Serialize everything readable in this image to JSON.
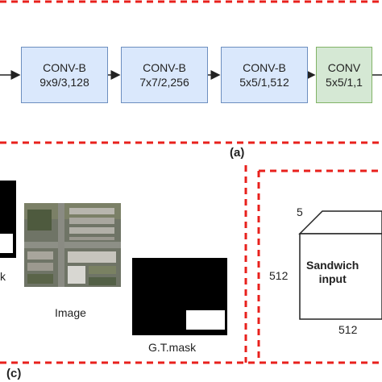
{
  "panel_a": {
    "blocks": [
      {
        "title": "CONV-B",
        "params": "9x9/3,128"
      },
      {
        "title": "CONV-B",
        "params": "7x7/2,256"
      },
      {
        "title": "CONV-B",
        "params": "5x5/1,512"
      },
      {
        "title": "CONV",
        "params": "5x5/1,1"
      }
    ],
    "label": "(a)"
  },
  "panel_c": {
    "label": "(c)",
    "mask_partial": "k",
    "image_label": "Image",
    "gt_mask_label": "G.T.mask"
  },
  "sandwich": {
    "depth": "5",
    "height": "512",
    "width": "512",
    "title_line1": "Sandwich",
    "title_line2": "input"
  },
  "colors": {
    "conv_b_fill": "#dae8fc",
    "conv_b_border": "#6c8ebf",
    "conv_fill": "#d5e8d4",
    "conv_border": "#82b366",
    "dashed_red": "#e8201c"
  }
}
